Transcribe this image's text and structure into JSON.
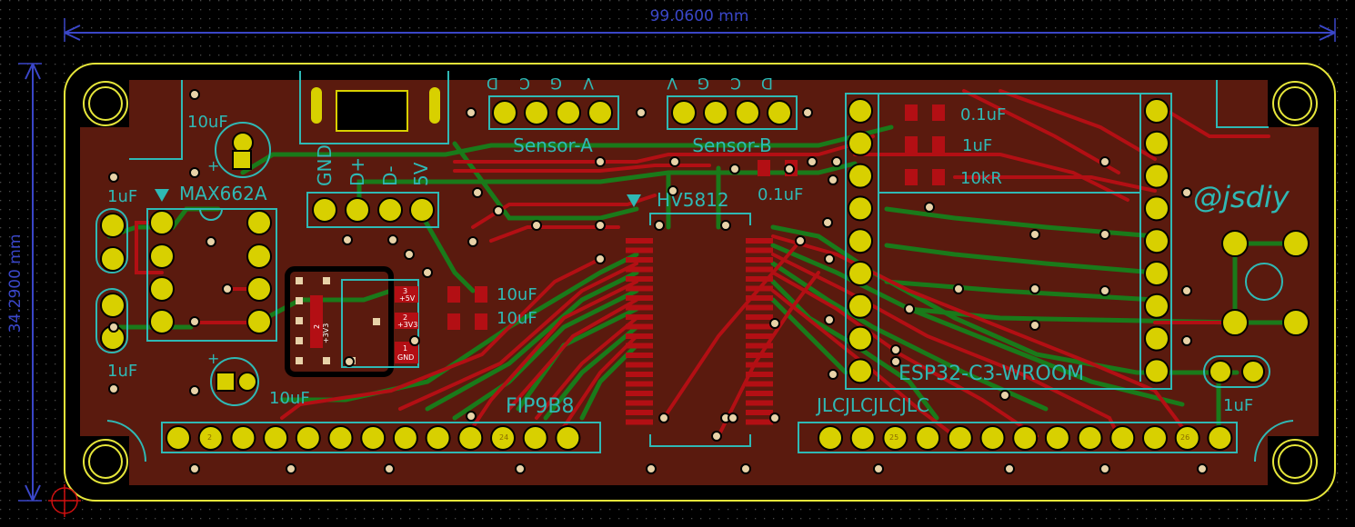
{
  "colors": {
    "background": "#000000",
    "grid": "#4a4a4a",
    "board": "#5a1a0e",
    "copper_top": "#b30f14",
    "copper_bottom": "#1a7a1a",
    "silkscreen": "#2fb9b5",
    "edge_cuts": "#e6e63a",
    "pad": "#d8d000",
    "dimension": "#3a46c8",
    "via": "#e8d2a8"
  },
  "dimensions": {
    "width": "99.0600 mm",
    "height": "34.2900 mm"
  },
  "labels": {
    "cap_10uf_top": "10uF",
    "cap_1uf_left": "1uF",
    "max662a": "MAX662A",
    "usb_gnd": "GND",
    "usb_dplus": "D+",
    "usb_dminus": "D-",
    "usb_5v": "5V",
    "sensor_a": "Sensor-A",
    "sensor_b": "Sensor-B",
    "sensor_a_pins": [
      "D",
      "C",
      "G",
      "V"
    ],
    "sensor_b_pins": [
      "V",
      "G",
      "C",
      "D"
    ],
    "hv5812": "HV5812",
    "cap_01uf_mid": "0.1uF",
    "cap_01uf_esp": "0.1uF",
    "cap_1uf_esp": "1uF",
    "res_10kr": "10kR",
    "author": "@jsdiy",
    "cap_10uf_a": "10uF",
    "cap_10uf_b": "10uF",
    "cap_1uf_left_bottom": "1uF",
    "cap_10uf_bottom": "10uF",
    "esp32": "ESP32-C3-WROOM",
    "cap_1uf_right": "1uF",
    "fip9b8": "FIP9B8",
    "jlc": "JLCJLCJLCJLC",
    "reg_pin3": "3",
    "reg_pin3_label": "+5V",
    "reg_pin2": "2",
    "reg_pin2_label": "+3V3",
    "reg_pin1": "1",
    "reg_pin1_label": "GND",
    "reg_body_2": "2",
    "reg_body_3v3": "+3V3",
    "fip_pin_left_a": "2",
    "fip_pin_left_b": "24",
    "fip_pin_right_a": "25",
    "fip_pin_right_b": "26"
  }
}
